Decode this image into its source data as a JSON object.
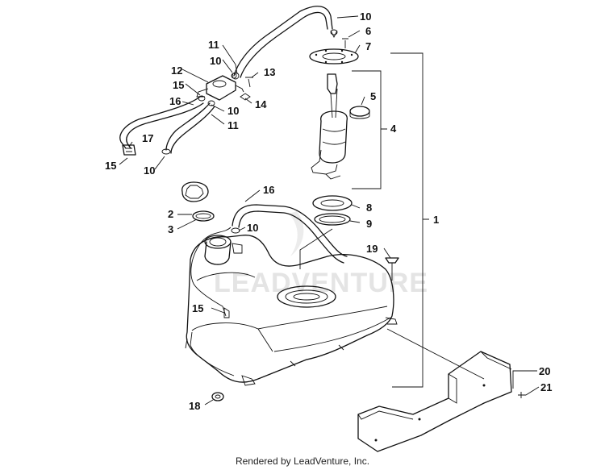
{
  "callouts": {
    "c1": "1",
    "c2": "2",
    "c3": "3",
    "c4": "4",
    "c5": "5",
    "c6": "6",
    "c7": "7",
    "c8": "8",
    "c9": "9",
    "c10a": "10",
    "c10b": "10",
    "c10c": "10",
    "c10d": "10",
    "c10e": "10",
    "c11a": "11",
    "c11b": "11",
    "c12": "12",
    "c13": "13",
    "c14": "14",
    "c15a": "15",
    "c15b": "15",
    "c15c": "15",
    "c16a": "16",
    "c16b": "16",
    "c17": "17",
    "c18": "18",
    "c19": "19",
    "c20": "20",
    "c21": "21"
  },
  "watermark": "LEADVENTURE",
  "footer": "Rendered by LeadVenture, Inc."
}
